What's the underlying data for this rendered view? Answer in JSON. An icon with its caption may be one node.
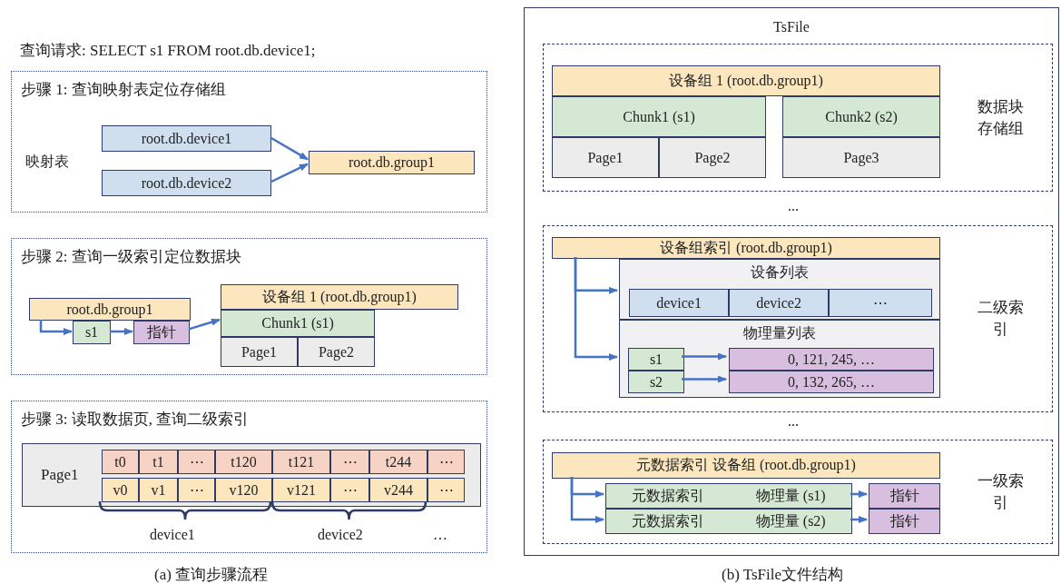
{
  "diagram": {
    "nodes": [
      {
        "text": [
          "步骤 1: 查询映射表定位存储组"
        ]
      },
      {
        "text": [
          "root.db.device1"
        ],
        "in": 0
      },
      {
        "text": [
          "root.db.device2"
        ],
        "in": 0
      },
      {
        "text": [
          "root.db.group1"
        ],
        "in": 0
      },
      {
        "text": [
          "步骤 2: 查询一级索引定位数据块"
        ]
      },
      {
        "text": [
          "root.db.group1"
        ],
        "in": 4
      },
      {
        "text": [
          "s1"
        ],
        "in": 4
      },
      {
        "text": [
          "指针"
        ],
        "in": 4
      },
      {
        "text": [
          "设备组 1 (root.db.group1)"
        ],
        "in": 4
      },
      {
        "text": [
          "Chunk1 (s1)"
        ],
        "in": 4
      },
      {
        "text": [
          "Page1"
        ],
        "in": 4
      },
      {
        "text": [
          "Page2"
        ],
        "in": 4
      },
      {
        "text": [
          "步骤 3: 读取数据页, 查询二级索引"
        ]
      },
      {
        "text": [
          "Page1"
        ],
        "in": 12
      },
      {
        "text": [
          "t0"
        ],
        "in": 13
      },
      {
        "text": [
          "t1"
        ],
        "in": 13
      },
      {
        "text": [
          "⋯"
        ],
        "in": 13
      },
      {
        "text": [
          "t120"
        ],
        "in": 13
      },
      {
        "text": [
          "t121"
        ],
        "in": 13
      },
      {
        "text": [
          "⋯"
        ],
        "in": 13
      },
      {
        "text": [
          "t244"
        ],
        "in": 13
      },
      {
        "text": [
          "⋯"
        ],
        "in": 13
      },
      {
        "text": [
          "v0"
        ],
        "in": 13
      },
      {
        "text": [
          "v1"
        ],
        "in": 13
      },
      {
        "text": [
          "⋯"
        ],
        "in": 13
      },
      {
        "text": [
          "v120"
        ],
        "in": 13
      },
      {
        "text": [
          "v121"
        ],
        "in": 13
      },
      {
        "text": [
          "⋯"
        ],
        "in": 13
      },
      {
        "text": [
          "v244"
        ],
        "in": 13
      },
      {
        "text": [
          "⋯"
        ],
        "in": 13
      },
      {
        "text": [
          "TsFile"
        ]
      },
      {
        "text": [
          "数据块存储组"
        ],
        "in": 30
      },
      {
        "text": [
          "设备组 1 (root.db.group1)"
        ],
        "in": 31
      },
      {
        "text": [
          "Chunk1 (s1)"
        ],
        "in": 31
      },
      {
        "text": [
          "Chunk2 (s2)"
        ],
        "in": 31
      },
      {
        "text": [
          "Page1"
        ],
        "in": 31
      },
      {
        "text": [
          "Page2"
        ],
        "in": 31
      },
      {
        "text": [
          "Page3"
        ],
        "in": 31
      },
      {
        "text": [
          "二级索引"
        ],
        "in": 30
      },
      {
        "text": [
          "设备组索引 (root.db.group1)"
        ],
        "in": 38
      },
      {
        "text": [
          "设备列表"
        ],
        "in": 38
      },
      {
        "text": [
          "device1"
        ],
        "in": 40
      },
      {
        "text": [
          "device2"
        ],
        "in": 40
      },
      {
        "text": [
          "⋯"
        ],
        "in": 40
      },
      {
        "text": [
          "物理量列表"
        ],
        "in": 38
      },
      {
        "text": [
          "s1"
        ],
        "in": 44
      },
      {
        "text": [
          "s2"
        ],
        "in": 44
      },
      {
        "text": [
          "0, 121, 245, …"
        ],
        "in": 44
      },
      {
        "text": [
          "0, 132, 265, …"
        ],
        "in": 44
      },
      {
        "text": [
          "一级索引"
        ],
        "in": 30
      },
      {
        "text": [
          "元数据索引 设备组 (root.db.group1)"
        ],
        "in": 49
      },
      {
        "text": [
          "元数据索引",
          "物理量 (s1)"
        ],
        "in": 49
      },
      {
        "text": [
          "元数据索引",
          "物理量 (s2)"
        ],
        "in": 49
      },
      {
        "text": [
          "指针"
        ],
        "in": 49
      },
      {
        "text": [
          "指针"
        ],
        "in": 49
      }
    ],
    "edges": [
      {
        "from": 1,
        "to": 3,
        "arrow": "to"
      },
      {
        "from": 2,
        "to": 3,
        "arrow": "to"
      },
      {
        "from": 5,
        "to": 6,
        "arrow": "to"
      },
      {
        "from": 6,
        "to": 7,
        "arrow": "to"
      },
      {
        "from": 7,
        "to": 9,
        "arrow": "to"
      },
      {
        "from": 39,
        "to": 40,
        "arrow": "to"
      },
      {
        "from": 39,
        "to": 44,
        "arrow": "to"
      },
      {
        "from": 45,
        "to": 47,
        "arrow": "to"
      },
      {
        "from": 46,
        "to": 48,
        "arrow": "to"
      },
      {
        "from": 50,
        "to": 51,
        "arrow": "to"
      },
      {
        "from": 50,
        "to": 52,
        "arrow": "to"
      },
      {
        "from": 51,
        "to": 53,
        "arrow": "to"
      },
      {
        "from": 52,
        "to": 54,
        "arrow": "to"
      }
    ],
    "labels": [
      "查询请求: SELECT s1 FROM root.db.device1;",
      "映射表",
      "device1",
      "device2",
      "…",
      "(a) 查询步骤流程",
      "...",
      "...",
      "(b) TsFile文件结构"
    ]
  }
}
